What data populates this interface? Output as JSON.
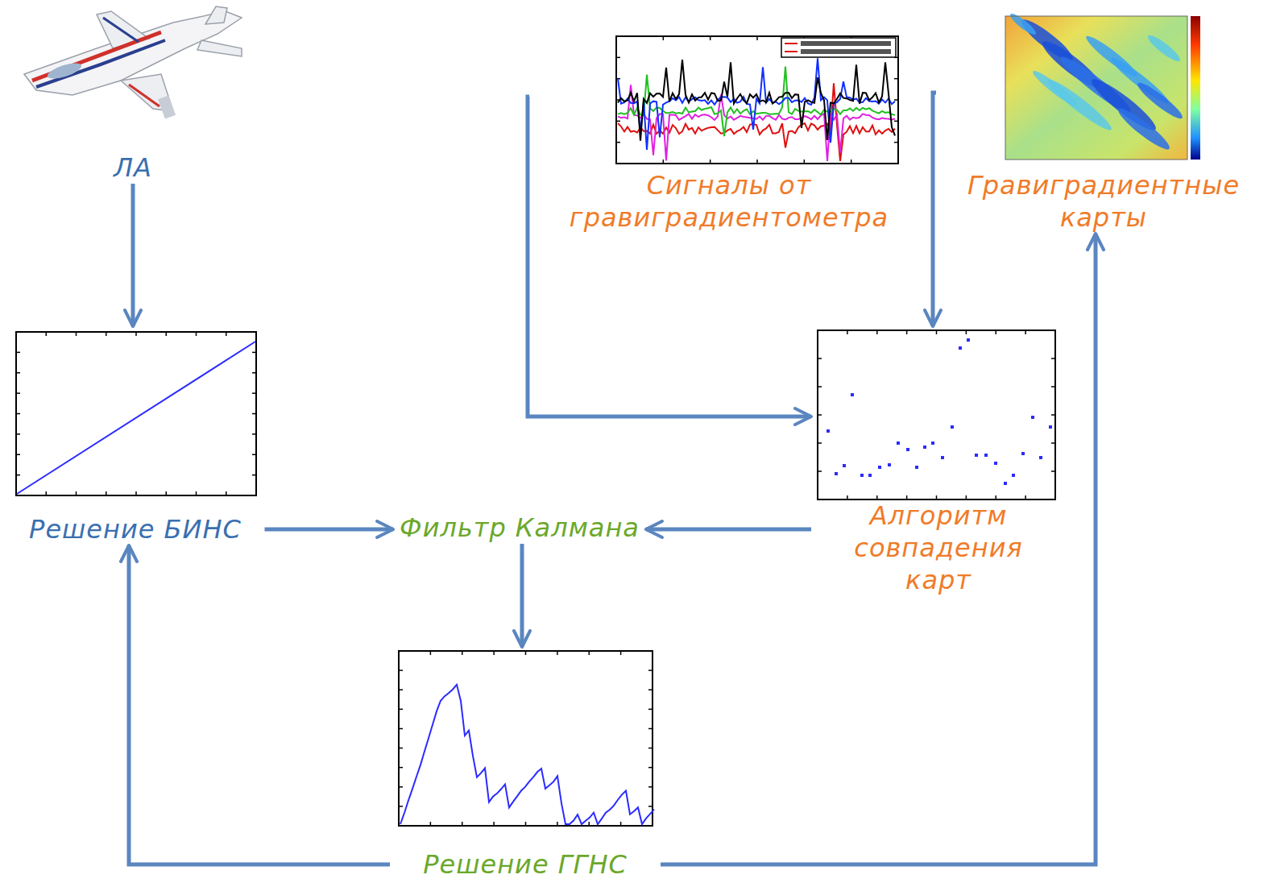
{
  "diagram": {
    "nodes": [
      {
        "text": [
          "ЛА"
        ]
      },
      {
        "text": [
          "Сигналы от гравиградиентометра"
        ]
      },
      {
        "text": [
          "Гравиградиентные карты"
        ]
      },
      {
        "text": [
          "Решение БИНС"
        ]
      },
      {
        "text": [
          "Алгоритм совпадения карт"
        ]
      },
      {
        "text": [
          "Фильтр Калмана"
        ]
      },
      {
        "text": [
          "Решение ГГНС"
        ]
      }
    ],
    "edges": [
      {
        "from": 0,
        "to": 3,
        "arrow": "to"
      },
      {
        "from": 1,
        "to": 4,
        "arrow": "to"
      },
      {
        "from": 2,
        "to": 4,
        "arrow": "to"
      },
      {
        "from": 3,
        "to": 5,
        "arrow": "to"
      },
      {
        "from": 4,
        "to": 5,
        "arrow": "to"
      },
      {
        "from": 5,
        "to": 6,
        "arrow": "to"
      },
      {
        "from": 6,
        "to": 3,
        "arrow": "to"
      },
      {
        "from": 6,
        "to": 2,
        "arrow": "to"
      }
    ]
  }
}
